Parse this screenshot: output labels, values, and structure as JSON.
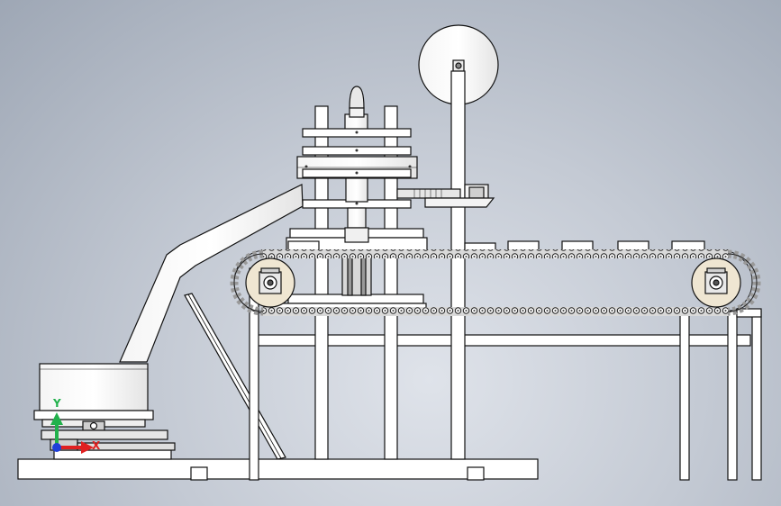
{
  "view": {
    "background_top": "#9ea7b5",
    "background_center": "#dfe3ea",
    "part_fill": "#ffffff",
    "part_stroke": "#111111",
    "roller_fill": "#efe6d2"
  },
  "triad": {
    "y_label": "Y",
    "x_label": "X",
    "y_color": "#22b14c",
    "x_color": "#e02020",
    "z_color": "#1f3fd8"
  },
  "parts": [
    "base-frame",
    "hopper",
    "inclined-chute",
    "diagonal-brace",
    "vertical-columns",
    "press-ram",
    "press-head",
    "spool-disc",
    "spool-mast",
    "drive-motor",
    "chain-conveyor",
    "conveyor-slats",
    "drive-sprocket",
    "idler-sprocket",
    "conveyor-support-frame"
  ]
}
